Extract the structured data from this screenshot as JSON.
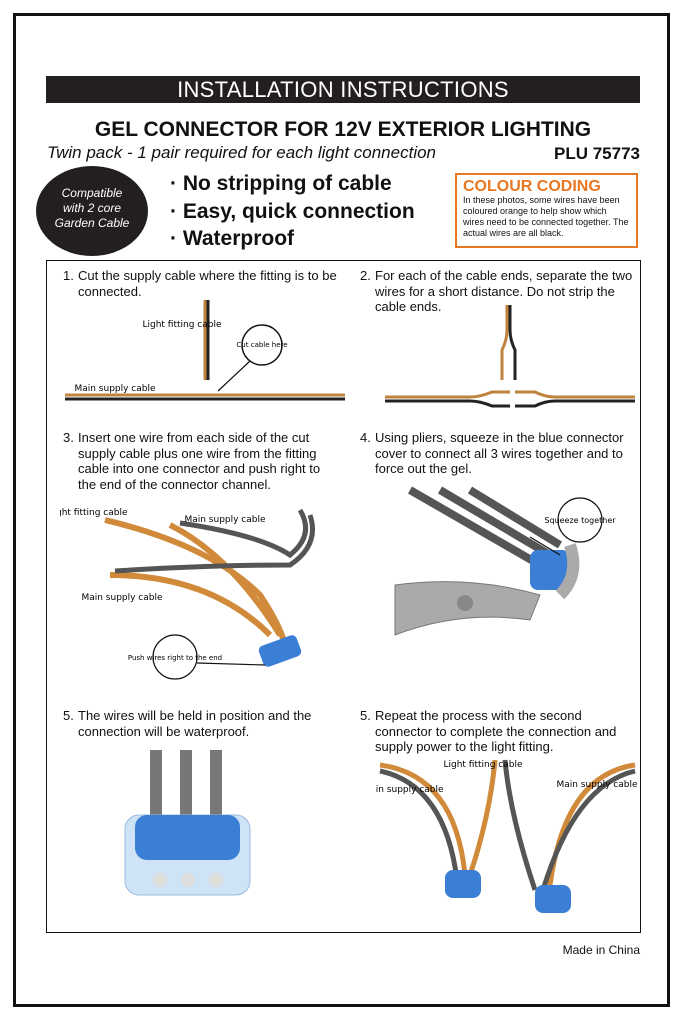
{
  "header": {
    "banner": "INSTALLATION INSTRUCTIONS",
    "title": "GEL CONNECTOR FOR 12V EXTERIOR LIGHTING",
    "subtitle": "Twin pack - 1 pair required for each light connection",
    "plu": "PLU 75773"
  },
  "badge": {
    "line1": "Compatible",
    "line2": "with 2 core",
    "line3": "Garden Cable"
  },
  "features": [
    "No stripping of cable",
    "Easy, quick connection",
    "Waterproof"
  ],
  "colour_coding": {
    "title": "COLOUR CODING",
    "text": "In these photos, some wires have been coloured orange to help show which wires need to be connected together. The actual wires are all black."
  },
  "steps": [
    {
      "num": "1.",
      "text": "Cut the supply cable where the fitting is to be connected.",
      "labels": {
        "light": "Light fitting cable",
        "cut": "Cut cable here",
        "main": "Main supply cable"
      }
    },
    {
      "num": "2.",
      "text": "For each of the cable ends, separate the two wires for a short distance. Do not strip the cable ends."
    },
    {
      "num": "3.",
      "text": "Insert one wire from each side of the cut supply cable plus one wire from the fitting cable into one connector and push right to the end of the connector channel.",
      "labels": {
        "light": "Light fitting cable",
        "main1": "Main supply cable",
        "main2": "Main supply cable",
        "push": "Push wires right to the end"
      }
    },
    {
      "num": "4.",
      "text": "Using pliers, squeeze in the blue connector cover to connect all 3 wires together and to force out the gel.",
      "labels": {
        "squeeze": "Squeeze together"
      }
    },
    {
      "num": "5.",
      "text": "The wires will be held in position and the connection will be waterproof."
    },
    {
      "num": "5.",
      "text": "Repeat the process with the second connector to complete the connection and supply power to the light fitting.",
      "labels": {
        "main1": "Main supply cable",
        "light": "Light fitting cable",
        "main2": "Main supply cable"
      }
    }
  ],
  "footer": "Made in China"
}
